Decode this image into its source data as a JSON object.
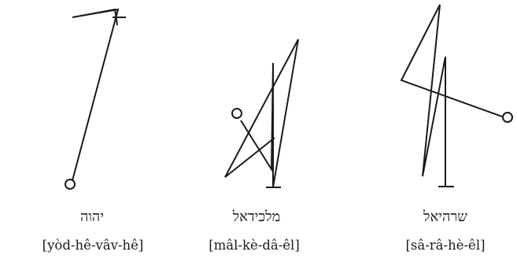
{
  "sigils": [
    {
      "id": "yhwh",
      "hebrew": "יהוה",
      "transliteration": "[yòd-hê-vâv-hê]"
    },
    {
      "id": "malkidiel",
      "hebrew": "מלכידאל",
      "transliteration": "[mâl-kè-dâ-êl]"
    },
    {
      "id": "sarahiel",
      "hebrew": "שרהיאל",
      "transliteration": "[sâ-râ-hè-êl]"
    }
  ]
}
